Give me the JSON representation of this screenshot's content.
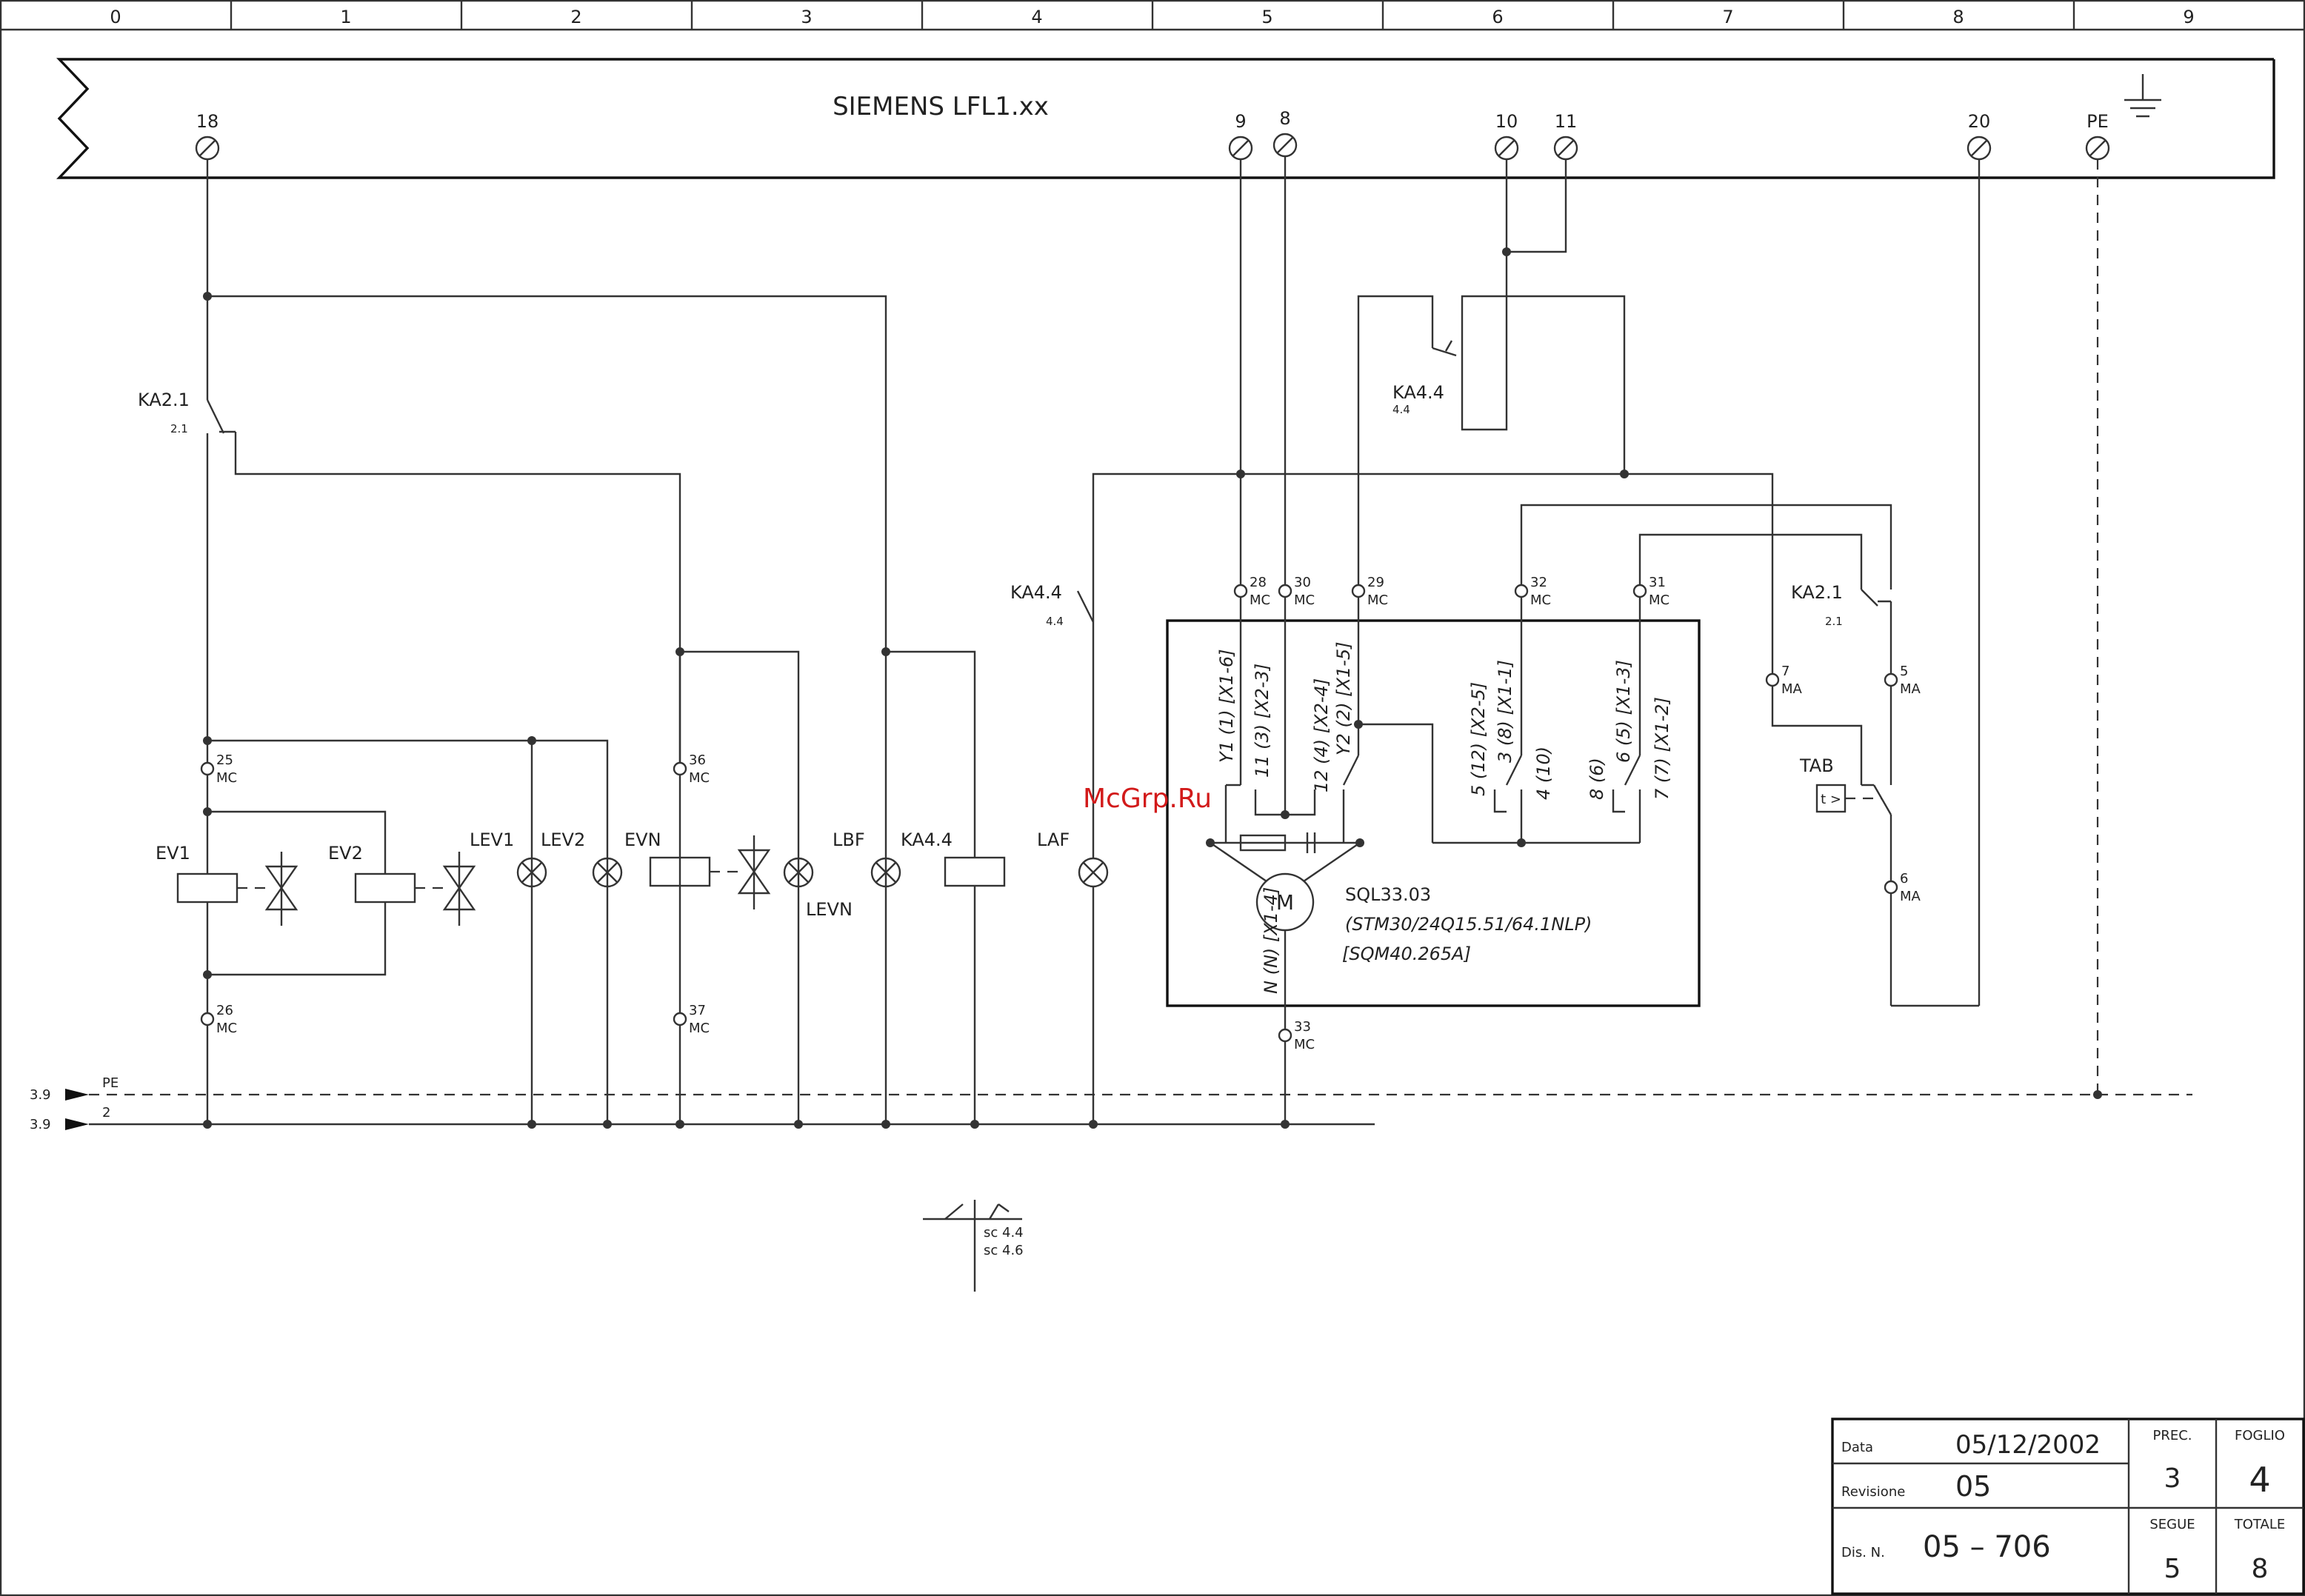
{
  "grid_columns": [
    "0",
    "1",
    "2",
    "3",
    "4",
    "5",
    "6",
    "7",
    "8",
    "9"
  ],
  "controller": {
    "title": "SIEMENS LFL1.xx",
    "terminals": [
      "18",
      "9",
      "8",
      "10",
      "11",
      "20",
      "PE"
    ]
  },
  "components": {
    "ka21_left": {
      "name": "KA2.1",
      "ref": "2.1"
    },
    "ka44_top": {
      "name": "KA4.4",
      "ref": "4.4"
    },
    "ka44_mid": {
      "name": "KA4.4",
      "ref": "4.4"
    },
    "ka21_right": {
      "name": "KA2.1",
      "ref": "2.1"
    },
    "ev1": "EV1",
    "ev2": "EV2",
    "lev1": "LEV1",
    "lev2": "LEV2",
    "evn": "EVN",
    "levn": "LEVN",
    "lbf": "LBF",
    "ka44_coil": "KA4.4",
    "laf": "LAF",
    "tab": "TAB",
    "tab_symbol": "t >"
  },
  "terminals_mc": [
    {
      "num": "25",
      "tag": "MC"
    },
    {
      "num": "26",
      "tag": "MC"
    },
    {
      "num": "36",
      "tag": "MC"
    },
    {
      "num": "37",
      "tag": "MC"
    },
    {
      "num": "28",
      "tag": "MC"
    },
    {
      "num": "30",
      "tag": "MC"
    },
    {
      "num": "29",
      "tag": "MC"
    },
    {
      "num": "32",
      "tag": "MC"
    },
    {
      "num": "31",
      "tag": "MC"
    },
    {
      "num": "33",
      "tag": "MC"
    }
  ],
  "terminals_ma": [
    {
      "num": "7",
      "tag": "MA"
    },
    {
      "num": "5",
      "tag": "MA"
    },
    {
      "num": "6",
      "tag": "MA"
    }
  ],
  "servo": {
    "motor": "M",
    "name": "SQL33.03",
    "alt1": "(STM30/24Q15.51/64.1NLP)",
    "alt2": "[SQM40.265A]",
    "col1": "Y1  (1)  [X1-6]",
    "col2": "11  (3)  [X2-3]",
    "col3": "12  (4)  [X2-4]",
    "col4": "Y2  (2)  [X1-5]",
    "col5": "5 (12)  [X2-5]",
    "col6": "3 (8)  [X1-1]",
    "col7": "4 (10)",
    "col8": "8 (6)",
    "col9": "6 (5)  [X1-3]",
    "col10": "7 (7)  [X1-2]",
    "col11": "N  (N)  [X1-4]"
  },
  "buses": {
    "pe_ref": "3.9",
    "pe_name": "PE",
    "l2_ref": "3.9",
    "l2_name": "2"
  },
  "cross_ref": {
    "line1": "sc 4.4",
    "line2": "sc 4.6"
  },
  "watermark": "McGrp.Ru",
  "title_block": {
    "data_label": "Data",
    "data_value": "05/12/2002",
    "rev_label": "Revisione",
    "rev_value": "05",
    "dis_label": "Dis. N.",
    "dis_value": "05 – 706",
    "prec_label": "PREC.",
    "prec_value": "3",
    "foglio_label": "FOGLIO",
    "foglio_value": "4",
    "segue_label": "SEGUE",
    "segue_value": "5",
    "totale_label": "TOTALE",
    "totale_value": "8"
  },
  "colors": {
    "line": "#333333",
    "watermark": "#d21a1a"
  }
}
